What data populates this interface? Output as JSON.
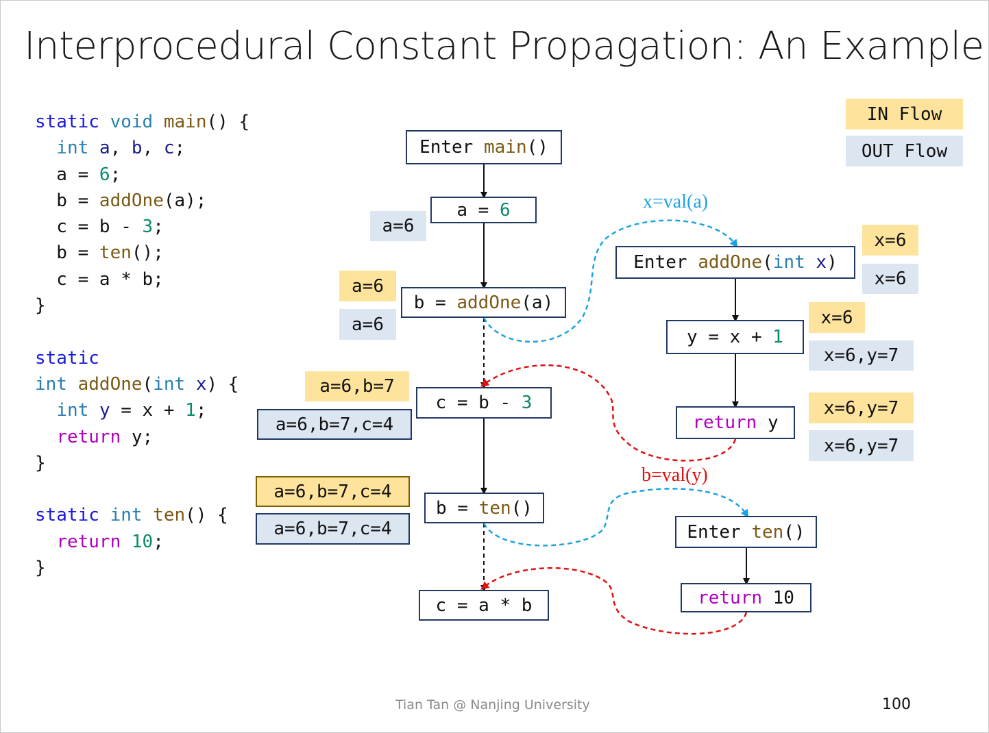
{
  "title": "Interprocedural Constant Propagation: An Example",
  "code": {
    "main": [
      [
        "static void main() {"
      ],
      [
        "  int a, b, c;"
      ],
      [
        "  a = 6;"
      ],
      [
        "  b = addOne(a);"
      ],
      [
        "  c = b - 3;"
      ],
      [
        "  b = ten();"
      ],
      [
        "  c = a * b;"
      ],
      [
        "}"
      ]
    ],
    "addone": [
      [
        "static"
      ],
      [
        "int addOne(int x) {"
      ],
      [
        "  int y = x + 1;"
      ],
      [
        "  return y;"
      ],
      [
        "}"
      ]
    ],
    "ten": [
      [
        "static int ten() {"
      ],
      [
        "  return 10;"
      ],
      [
        "}"
      ]
    ]
  },
  "legend": {
    "in": "IN Flow",
    "out": "OUT Flow"
  },
  "nodes": {
    "enter_main": "Enter main()",
    "a_eq_6": "a = 6",
    "b_addone": "b = addOne(a)",
    "c_b_minus_3": "c = b - 3",
    "b_ten": "b = ten()",
    "c_a_times_b": "c = a * b",
    "enter_addone": "Enter addOne(int x)",
    "y_x_plus_1": "y = x + 1",
    "return_y": "return y",
    "enter_ten": "Enter ten()",
    "return_10": "return 10"
  },
  "facts": {
    "a6_out": "a=6",
    "call_addone_in": "a=6",
    "call_addone_out": "a=6",
    "c_in": "a=6,b=7",
    "c_out": "a=6,b=7,c=4",
    "call_ten_in": "a=6,b=7,c=4",
    "call_ten_out": "a=6,b=7,c=4",
    "enter_addone_in": "x=6",
    "enter_addone_out": "x=6",
    "y_in": "x=6",
    "y_out": "x=6,y=7",
    "ret_in": "x=6,y=7",
    "ret_out": "x=6,y=7"
  },
  "edge_labels": {
    "call_addone": "x=val(a)",
    "return_addone": "b=val(y)"
  },
  "colors": {
    "call_edge": "#1aa3e0",
    "return_edge": "#e01010",
    "in_flow": "#fde39b",
    "out_flow": "#dce6f1",
    "node_border": "#1f3864"
  },
  "footer": "Tian Tan @ Nanjing University",
  "page_number": "100"
}
